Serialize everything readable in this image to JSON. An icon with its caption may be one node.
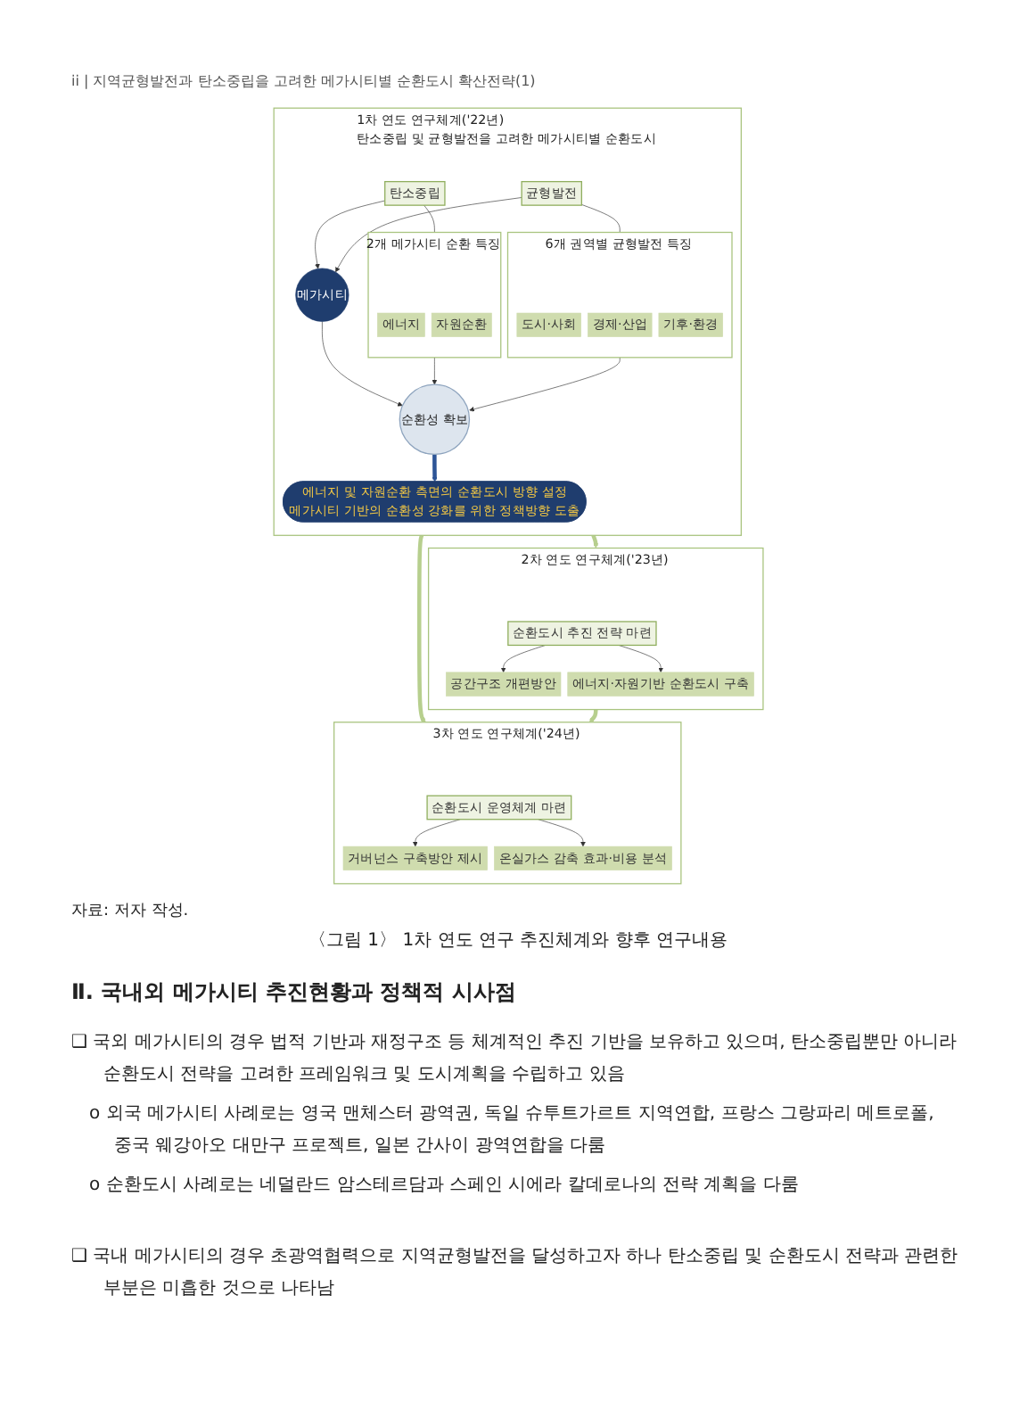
{
  "diagram": {
    "caption": "〈그림 1〉 1차 연도 연구 추진체계와 향후 연구내용",
    "nodes": [
      {
        "text": [
          "1차 연도 연구체계('22년)",
          "탄소중립 및 균형발전을 고려한 메가시티별 순환도시"
        ]
      },
      {
        "text": [
          "탄소중립"
        ],
        "in": 0
      },
      {
        "text": [
          "메가시티"
        ],
        "in": 0
      },
      {
        "text": [
          "균형발전"
        ],
        "in": 0
      },
      {
        "text": [
          "2개 메가시티 순환 특징"
        ],
        "in": 0
      },
      {
        "text": [
          "에너지"
        ],
        "in": 4
      },
      {
        "text": [
          "자원순환"
        ],
        "in": 4
      },
      {
        "text": [
          "6개 권역별 균형발전 특징"
        ],
        "in": 0
      },
      {
        "text": [
          "도시·사회"
        ],
        "in": 7
      },
      {
        "text": [
          "경제·산업"
        ],
        "in": 7
      },
      {
        "text": [
          "기후·환경"
        ],
        "in": 7
      },
      {
        "text": [
          "순환성 확보"
        ],
        "in": 0
      },
      {
        "text": [
          "에너지 및 자원순환 측면의 순환도시 방향 설정",
          "메가시티 기반의 순환성 강화를 위한 정책방향 도출"
        ],
        "in": 0
      },
      {
        "text": [
          "2차 연도 연구체계('23년)"
        ]
      },
      {
        "text": [
          "순환도시 추진 전략 마련"
        ],
        "in": 13
      },
      {
        "text": [
          "공간구조 개편방안"
        ],
        "in": 13
      },
      {
        "text": [
          "에너지·자원기반 순환도시 구축"
        ],
        "in": 13
      },
      {
        "text": [
          "3차 연도 연구체계('24년)"
        ]
      },
      {
        "text": [
          "순환도시 운영체계 마련"
        ],
        "in": 17
      },
      {
        "text": [
          "거버넌스 구축방안 제시"
        ],
        "in": 17
      },
      {
        "text": [
          "온실가스 감축 효과·비용 분석"
        ],
        "in": 17
      }
    ],
    "edges": [
      {
        "from": 1,
        "to": 2,
        "arrow": "to"
      },
      {
        "from": 3,
        "to": 2,
        "arrow": "to"
      },
      {
        "from": 1,
        "to": 4,
        "arrow": "none"
      },
      {
        "from": 3,
        "to": 7,
        "arrow": "none"
      },
      {
        "from": 2,
        "to": 11,
        "arrow": "to"
      },
      {
        "from": 4,
        "to": 11,
        "arrow": "to"
      },
      {
        "from": 7,
        "to": 11,
        "arrow": "to"
      },
      {
        "from": 11,
        "to": 12,
        "arrow": "to",
        "style": "thick",
        "color": "#2e5597"
      },
      {
        "from": 0,
        "to": 13,
        "arrow": "to",
        "style": "thick",
        "color": "#b7cf8e"
      },
      {
        "from": 0,
        "to": 17,
        "arrow": "to",
        "style": "thick",
        "color": "#b7cf8e"
      },
      {
        "from": 13,
        "to": 17,
        "arrow": "to",
        "style": "thick",
        "color": "#b7cf8e"
      },
      {
        "from": 14,
        "to": 15,
        "arrow": "to"
      },
      {
        "from": 14,
        "to": 16,
        "arrow": "to"
      },
      {
        "from": 18,
        "to": 19,
        "arrow": "to"
      },
      {
        "from": 18,
        "to": 20,
        "arrow": "to"
      }
    ],
    "labels": [
      "ii | 지역균형발전과 탄소중립을 고려한 메가시티별 순환도시 확산전략(1)",
      "자료: 저자 작성.",
      "Ⅱ. 국내외 메가시티 추진현황과 정책적 시사점",
      "❑ 국외 메가시티의 경우 법적 기반과 재정구조 등 체계적인 추진 기반을 보유하고 있으며, 탄소중립뿐만 아니라 순환도시 전략을 고려한 프레임워크 및 도시계획을 수립하고 있음",
      "o 외국 메가시티 사례로는 영국 맨체스터 광역권, 독일 슈투트가르트 지역연합, 프랑스 그랑파리 메트로폴, 중국 웨강아오 대만구 프로젝트, 일본 간사이 광역연합을 다룸",
      "o 순환도시 사례로는 네덜란드 암스테르담과 스페인 시에라 칼데로나의 전략 계획을 다룸",
      "❑ 국내 메가시티의 경우 초광역협력으로 지역균형발전을 달성하고자 하나 탄소중립 및 순환도시 전략과 관련한 부분은 미흡한 것으로 나타남"
    ]
  }
}
